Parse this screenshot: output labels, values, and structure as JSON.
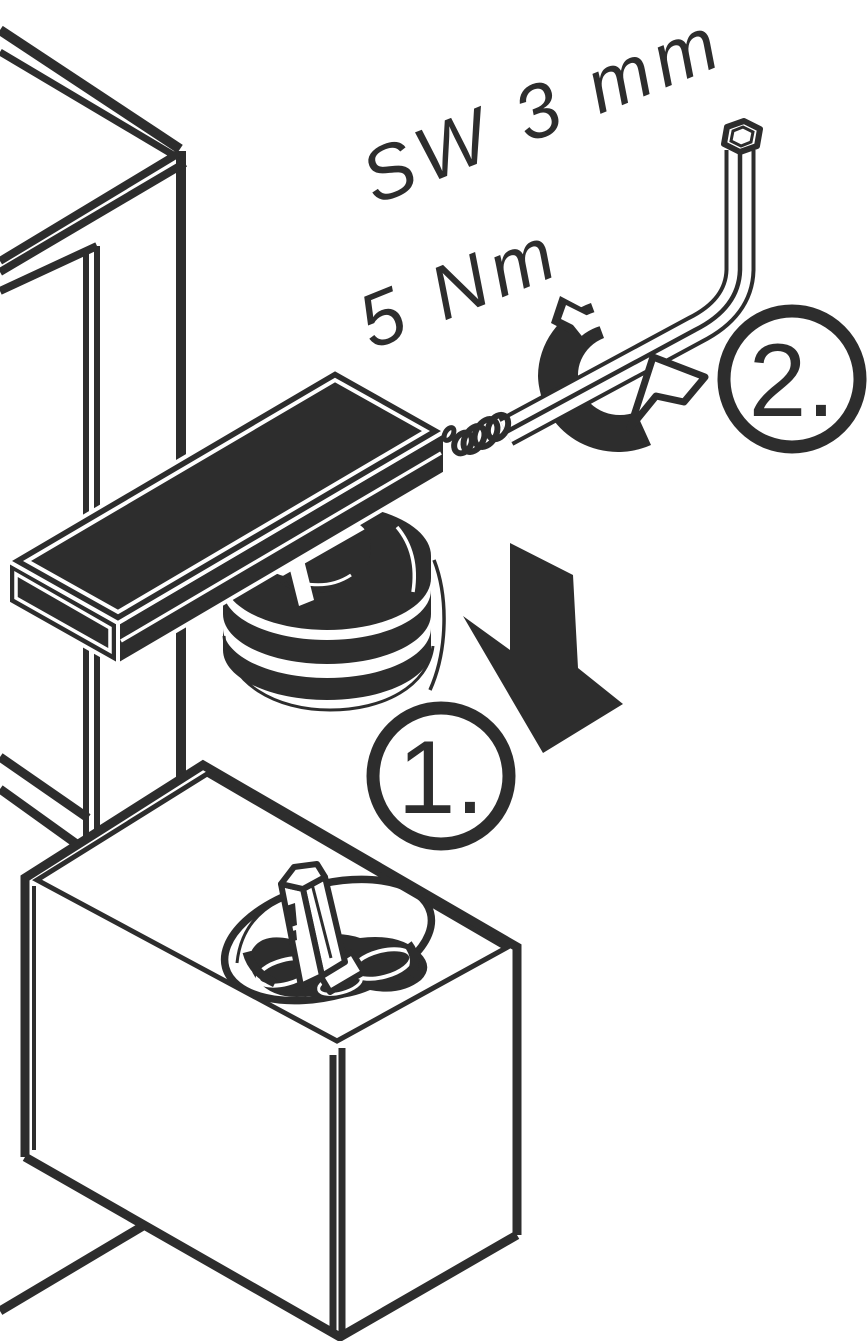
{
  "meta": {
    "background": "#ffffff",
    "ink_color": "#2d2d2d",
    "diagram_type": "installation-step-diagram"
  },
  "annotations": {
    "tool_size": "SW 3 mm",
    "torque": "5 Nm"
  },
  "steps": [
    {
      "label": "1."
    },
    {
      "label": "2."
    }
  ],
  "parts": {
    "wall": "wall-corner",
    "spout": "spout-bar",
    "washers": "washer-stack",
    "screw": "set-screw-threads",
    "tool": "allen-key",
    "rotation": "rotation-arrow",
    "insert_arrow": "insert-arrow",
    "box": "mounting-body",
    "post": "mounting-post"
  }
}
